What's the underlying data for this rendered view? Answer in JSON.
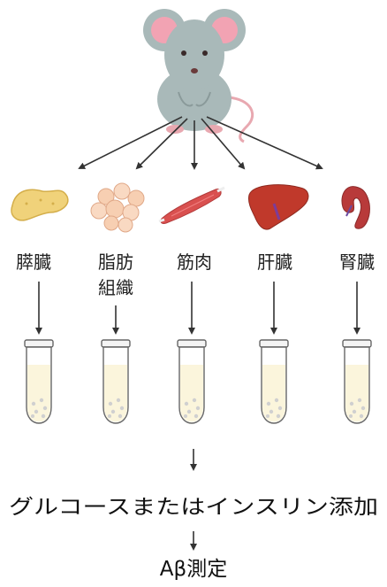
{
  "organs": [
    {
      "id": "pancreas",
      "label_lines": [
        "膵臓"
      ],
      "icon": "pancreas-icon"
    },
    {
      "id": "adipose",
      "label_lines": [
        "脂肪",
        "組織"
      ],
      "icon": "adipose-tissue-icon"
    },
    {
      "id": "muscle",
      "label_lines": [
        "筋肉"
      ],
      "icon": "muscle-icon"
    },
    {
      "id": "liver",
      "label_lines": [
        "肝臓"
      ],
      "icon": "liver-icon"
    },
    {
      "id": "kidney",
      "label_lines": [
        "腎臓"
      ],
      "icon": "kidney-icon"
    }
  ],
  "animal_icon": "mouse-icon",
  "sample_icon": "test-tube-icon",
  "step_text": "グルコースまたはインスリン添加",
  "final_text": "Aβ測定",
  "colors": {
    "mouse_body": "#a9b9b9",
    "mouse_ear_inner": "#f2a3b3",
    "tail": "#e8a8b0",
    "arrow": "#333333",
    "pancreas": "#f0d27a",
    "adipose": "#f7cfb2",
    "muscle": "#d9504f",
    "liver": "#c0392b",
    "kidney": "#b83a3a",
    "tube_liquid": "#fbf5dc"
  }
}
